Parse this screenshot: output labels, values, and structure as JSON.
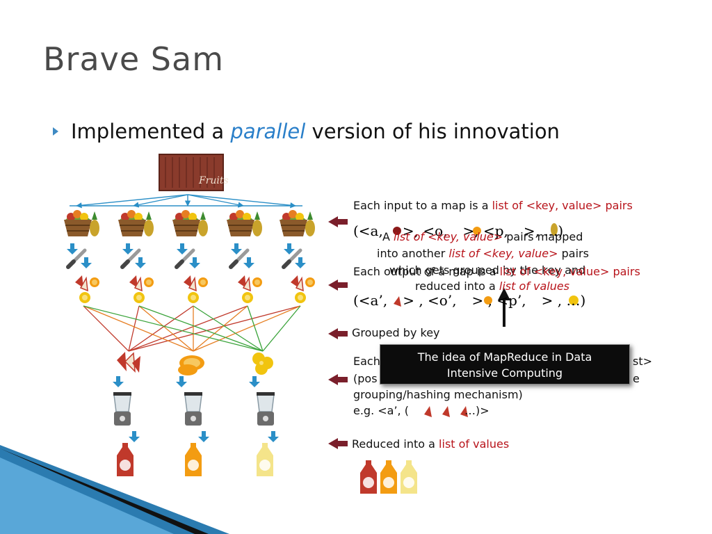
{
  "title": "Brave Sam",
  "bullet": {
    "pre": "Implemented a ",
    "emph": "parallel",
    "post": " version of his innovation"
  },
  "container_label": "Fruits",
  "annotations": {
    "input": {
      "pre": "Each input to a map is a ",
      "red": "list of <key, value> pairs"
    },
    "input_pair": {
      "a": "(<a,",
      "b": ">, <o,",
      "c": ">, <p,",
      "d": ">, …)"
    },
    "mapped": {
      "l1_pre": "A ",
      "l1_red": "list of <key, value>",
      "l1_post": " pairs mapped",
      "l2_pre": "into another ",
      "l2_red": "list of <key, value>",
      "l2_post": " pairs",
      "l3": "which gets grouped by the key and",
      "l4_pre": "reduced into a ",
      "l4_red": "list of values"
    },
    "output": {
      "pre": "Each output of a map is a ",
      "red": "list of <key, value> pairs"
    },
    "output_pair": {
      "a": "(<a’,",
      "b": "> , <o’,",
      "c": "> , <p’,",
      "d": "> , …)"
    },
    "grouped": "Grouped by key",
    "reducer": {
      "l1_pre": "Each",
      "l1_post": "st>",
      "l2_pre": "(pos",
      "l2_post": "e",
      "l3": "grouping/hashing mechanism)",
      "l4_pre": "e.g. <a’, (",
      "l4_post": "…)>"
    },
    "reduced": {
      "pre": "Reduced into a ",
      "red": "list of values"
    }
  },
  "callout": {
    "line1": "The idea of MapReduce in Data",
    "line2": "Intensive Computing"
  },
  "colors": {
    "title": "#4a4a4a",
    "accent_blue": "#2a7fc9",
    "red_text": "#b8141b",
    "arrow": "#7a1f2b",
    "map_arrow": "#2b8fc7"
  }
}
